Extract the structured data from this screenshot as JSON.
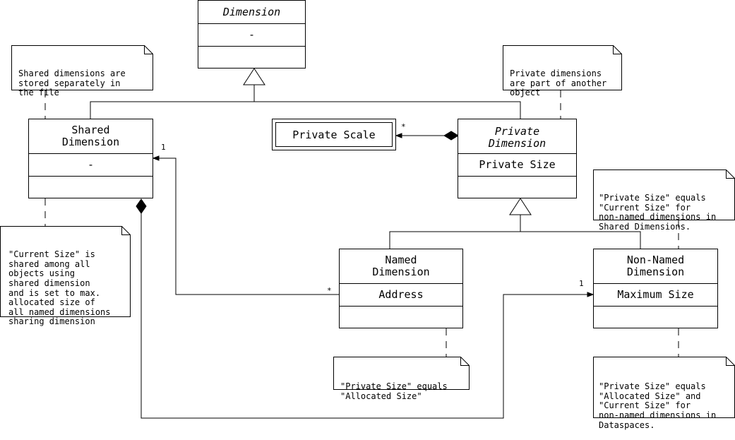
{
  "classes": {
    "dimension": {
      "name": "Dimension",
      "attribute": "-"
    },
    "shared_dimension": {
      "name": "Shared\nDimension",
      "attribute": "-"
    },
    "private_scale": {
      "name": "Private Scale"
    },
    "private_dimension": {
      "name": "Private\nDimension",
      "attribute": "Private Size"
    },
    "named_dimension": {
      "name": "Named\nDimension",
      "attribute": "Address"
    },
    "non_named_dimension": {
      "name": "Non-Named\nDimension",
      "attribute": "Maximum Size"
    }
  },
  "notes": {
    "shared_stored": "Shared dimensions are\nstored separately in\nthe file",
    "private_part": "Private dimensions\nare part of another\nobject",
    "current_size_shared": "\"Current Size\" is\nshared among all\nobjects using\nshared dimension\nand is set to max.\nallocated size of\nall named dimensions\nsharing dimension",
    "private_equals_current": "\"Private Size\" equals\n\"Current Size\" for\nnon-named dimensions in\nShared Dimensions.",
    "private_equals_allocated": "\"Private Size\" equals\n\"Allocated Size\"",
    "private_equals_allocated_current": "\"Private Size\" equals\n\"Allocated Size\" and\n\"Current Size\" for\nnon-named dimensions in\nDataspaces."
  },
  "multiplicities": {
    "shared_one": "1",
    "named_many": "*",
    "scale_many": "*",
    "non_named_one": "1"
  }
}
